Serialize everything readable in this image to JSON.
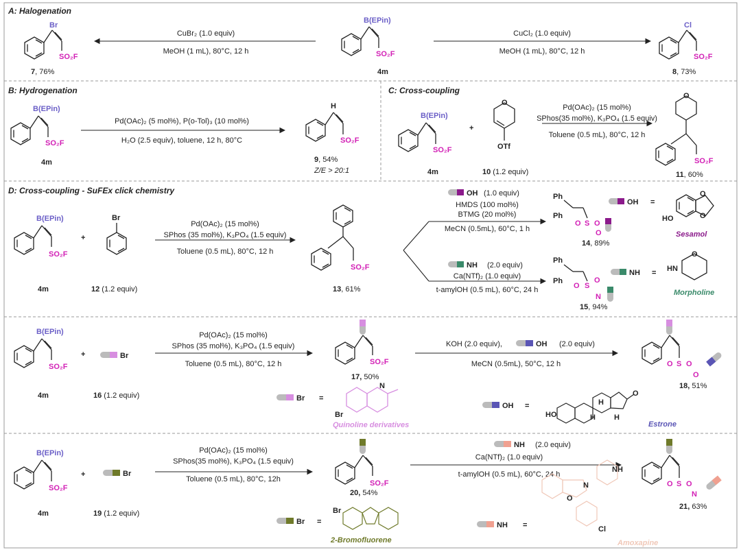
{
  "colors": {
    "boron": "#6b5fc7",
    "sulfonyl": "#d21fb5",
    "sesamol": "#8b1a8b",
    "morpholine": "#3a8a6a",
    "quinoline": "#d78ee0",
    "estrone": "#5a55b5",
    "fluorene": "#6f7a2a",
    "amoxapine": "#f0a090",
    "border": "#999999"
  },
  "sections": {
    "A": {
      "title": "A: Halogenation",
      "left_cond1": "CuBr₂ (1.0 equiv)",
      "left_cond2": "MeOH (1 mL), 80°C, 12 h",
      "right_cond1": "CuCl₂ (1.0 equiv)",
      "right_cond2": "MeOH (1 mL), 80°C, 12 h",
      "p7_id": "7",
      "p7_yield": ", 76%",
      "sm_id": "4m",
      "p8_id": "8",
      "p8_yield": ", 73%"
    },
    "B": {
      "title": "B: Hydrogenation",
      "cond1": "Pd(OAc)₂ (5 mol%), P(o-Tol)₃ (10 mol%)",
      "cond2": "H₂O (2.5 equiv), toluene, 12 h, 80°C",
      "sm_id": "4m",
      "p_id": "9",
      "p_yield": ", 54%",
      "ze": "Z/E > 20:1"
    },
    "C": {
      "title": "C: Cross-coupling",
      "cond1": "Pd(OAc)₂ (15 mol%)",
      "cond2": "SPhos(35 mol%), K₃PO₄ (1.5 equiv)",
      "cond3": "Toluene (0.5 mL), 80°C, 12 h",
      "sm_id": "4m",
      "r_id": "10",
      "r_equiv": " (1.2 equiv)",
      "p_id": "11",
      "p_yield": ", 60%",
      "plus": "+"
    },
    "D": {
      "title": "D: Cross-coupling - SuFEx click chemistry",
      "cond1": "Pd(OAc)₂ (15 mol%)",
      "cond2": "SPhos (35 mol%), K₃PO₄ (1.5 equiv)",
      "cond3": "Toluene (0.5 mL), 80°C, 12 h",
      "sm_id": "4m",
      "r_id": "12",
      "r_equiv": " (1.2 equiv)",
      "p_id": "13",
      "p_yield": ", 61%",
      "plus": "+",
      "up_reagent": "(1.0 equiv)",
      "up_cond1": "HMDS (100 mol%)",
      "up_cond2": "BTMG (20 mol%)",
      "up_cond3": "MeCN (0.5mL), 60°C, 1 h",
      "dn_reagent": "(2.0 equiv)",
      "dn_cond1": "Ca(NTf)₂ (1.0 equiv)",
      "dn_cond2": "t-amylOH (0.5 mL), 60°C, 24 h",
      "p14_id": "14",
      "p14_yield": ", 89%",
      "p15_id": "15",
      "p15_yield": ", 94%",
      "sesamol": "Sesamol",
      "morpholine": "Morpholine"
    },
    "E": {
      "cond1": "Pd(OAc)₂ (15 mol%)",
      "cond2": "SPhos (35 mol%), K₃PO₄ (1.5 equiv)",
      "cond3": "Toluene (0.5 mL), 80°C, 12 h",
      "sm_id": "4m",
      "r_id": "16",
      "r_equiv": " (1.2 equiv)",
      "p_id": "17,",
      "p_yield": " 50%",
      "plus": "+",
      "r2_cond1": "KOH (2.0 equiv),",
      "r2_reagent": "(2.0 equiv)",
      "r2_cond2": "MeCN (0.5mL), 50°C, 12 h",
      "p18_id": "18,",
      "p18_yield": " 51%",
      "quinoline": "Quinoline derivatives",
      "estrone": "Estrone"
    },
    "F": {
      "cond1": "Pd(OAc)₂ (15 mol%)",
      "cond2": "SPhos(35 mol%), K₃PO₄ (1.5 equiv)",
      "cond3": "Toluene (0.5 mL), 80°C, 12h",
      "sm_id": "4m",
      "r_id": "19",
      "r_equiv": " (1.2 equiv)",
      "p_id": "20,",
      "p_yield": " 54%",
      "plus": "+",
      "r2_reagent": "(2.0 equiv)",
      "r2_cond1": "Ca(NTf)₂ (1.0 equiv)",
      "r2_cond2": "t-amylOH (0.5 mL), 60°C, 24 h",
      "p21_id": "21,",
      "p21_yield": " 63%",
      "bromofluorene": "2-Bromofluorene",
      "amoxapine": "Amoxapine"
    }
  },
  "atoms": {
    "bepin": "B(EPin)",
    "so2f": "SO₂F",
    "br": "Br",
    "cl": "Cl",
    "h": "H",
    "ph": "Ph",
    "o": "O",
    "s": "S",
    "n": "N",
    "nh": "NH",
    "oh": "OH",
    "hn": "HN",
    "ho": "HO",
    "otf": "OTf",
    "eq": "="
  }
}
